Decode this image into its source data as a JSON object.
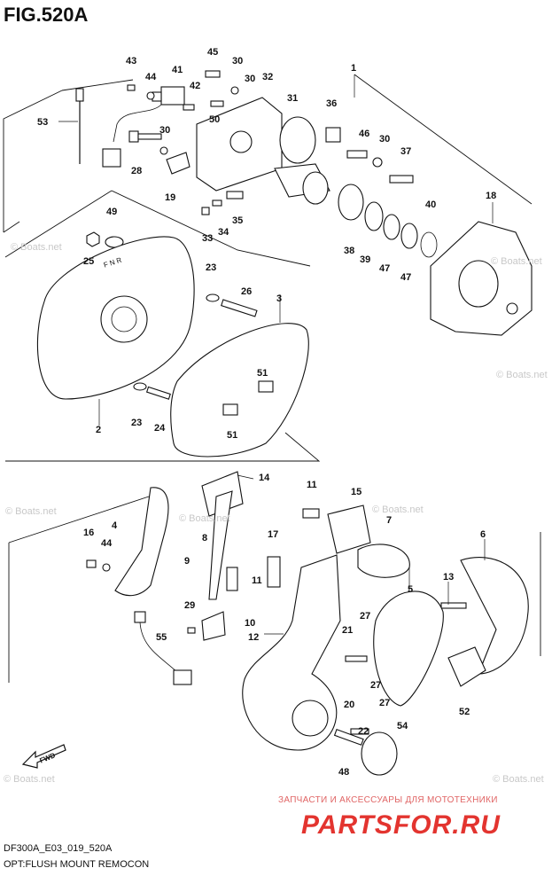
{
  "figure": {
    "title": "FIG.520A",
    "code": "DF300A_E03_019_520A",
    "caption": "OPT:FLUSH MOUNT REMOCON",
    "fwd_label": "FWD"
  },
  "watermarks": [
    "© Boats.net",
    "© Boats.net",
    "© Boats.net",
    "© Boats.net",
    "© Boats.net",
    "© Boats.net",
    "© Boats.net",
    "© Boats.net"
  ],
  "branding": {
    "tagline": "ЗАПЧАСТИ И АКСЕССУАРЫ ДЛЯ МОТОТЕХНИКИ",
    "site": "PARTSFOR.RU"
  },
  "part_labels": [
    "43",
    "44",
    "41",
    "45",
    "30",
    "30",
    "32",
    "1",
    "42",
    "50",
    "31",
    "36",
    "53",
    "30",
    "46",
    "30",
    "37",
    "28",
    "19",
    "35",
    "18",
    "49",
    "34",
    "40",
    "33",
    "25",
    "38",
    "39",
    "47",
    "47",
    "23",
    "26",
    "3",
    "51",
    "51",
    "23",
    "24",
    "2",
    "14",
    "11",
    "15",
    "4",
    "8",
    "7",
    "6",
    "16",
    "44",
    "17",
    "9",
    "11",
    "13",
    "29",
    "10",
    "12",
    "5",
    "55",
    "27",
    "21",
    "27",
    "52",
    "20",
    "27",
    "22",
    "54",
    "48"
  ]
}
